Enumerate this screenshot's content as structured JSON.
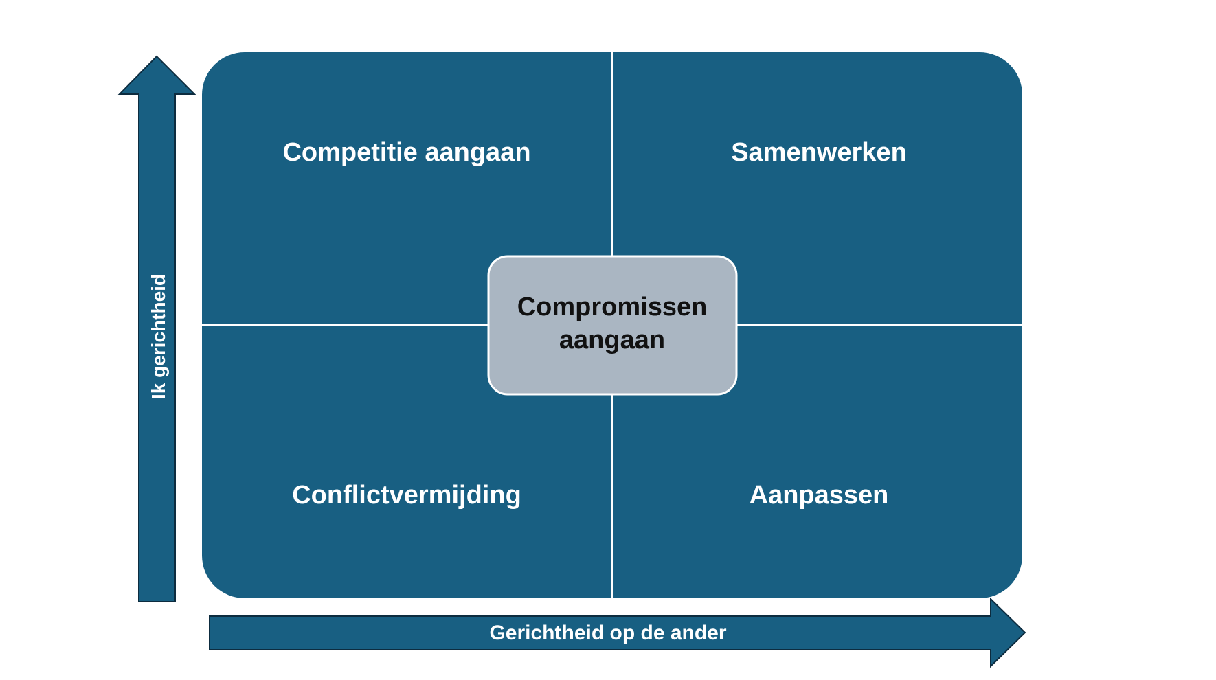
{
  "quadrants": {
    "top_left": "Competitie aangaan",
    "top_right": "Samenwerken",
    "bottom_left": "Conflictvermijding",
    "bottom_right": "Aanpassen"
  },
  "center": {
    "line1": "Compromissen",
    "line2": "aangaan"
  },
  "axes": {
    "vertical": "Ik gerichtheid",
    "horizontal": "Gerichtheid op de ander"
  },
  "colors": {
    "panel": "#185f82",
    "center_box": "#aab6c2",
    "divider": "#ffffff",
    "arrow_outline": "#0d2c3f",
    "text_on_panel": "#ffffff",
    "text_center": "#111111"
  }
}
